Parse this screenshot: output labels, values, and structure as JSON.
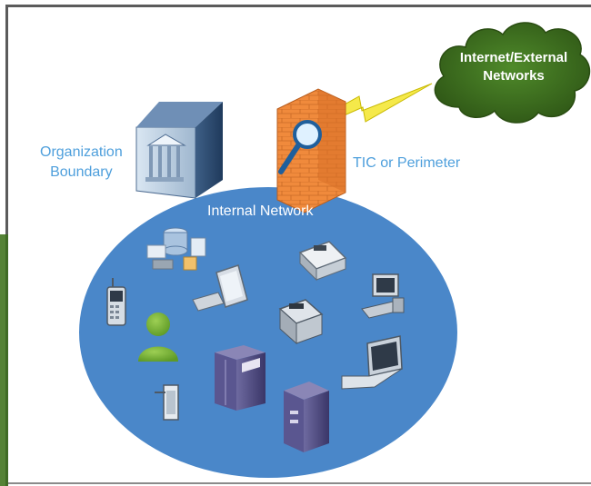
{
  "labels": {
    "organization_line1": "Organization",
    "organization_line2": "Boundary",
    "perimeter": "TIC or Perimeter",
    "internal_network": "Internal Network",
    "cloud_line1": "Internet/External",
    "cloud_line2": "Networks"
  },
  "colors": {
    "network_ellipse": "#4a87c9",
    "cloud": "#3d6b1e",
    "firewall": "#f08a3c",
    "label_blue": "#4e9fdc",
    "green_strip": "#548235",
    "lightning": "#f5e94a"
  },
  "icons": [
    "building-icon",
    "firewall-icon",
    "cloud-icon",
    "lightning-icon",
    "database-icon",
    "monitor-icon",
    "printer-icon",
    "fax-icon",
    "desktop-icon",
    "laptop-icon",
    "phone-icon",
    "user-icon",
    "server-icon",
    "tower-icon",
    "pda-icon"
  ]
}
